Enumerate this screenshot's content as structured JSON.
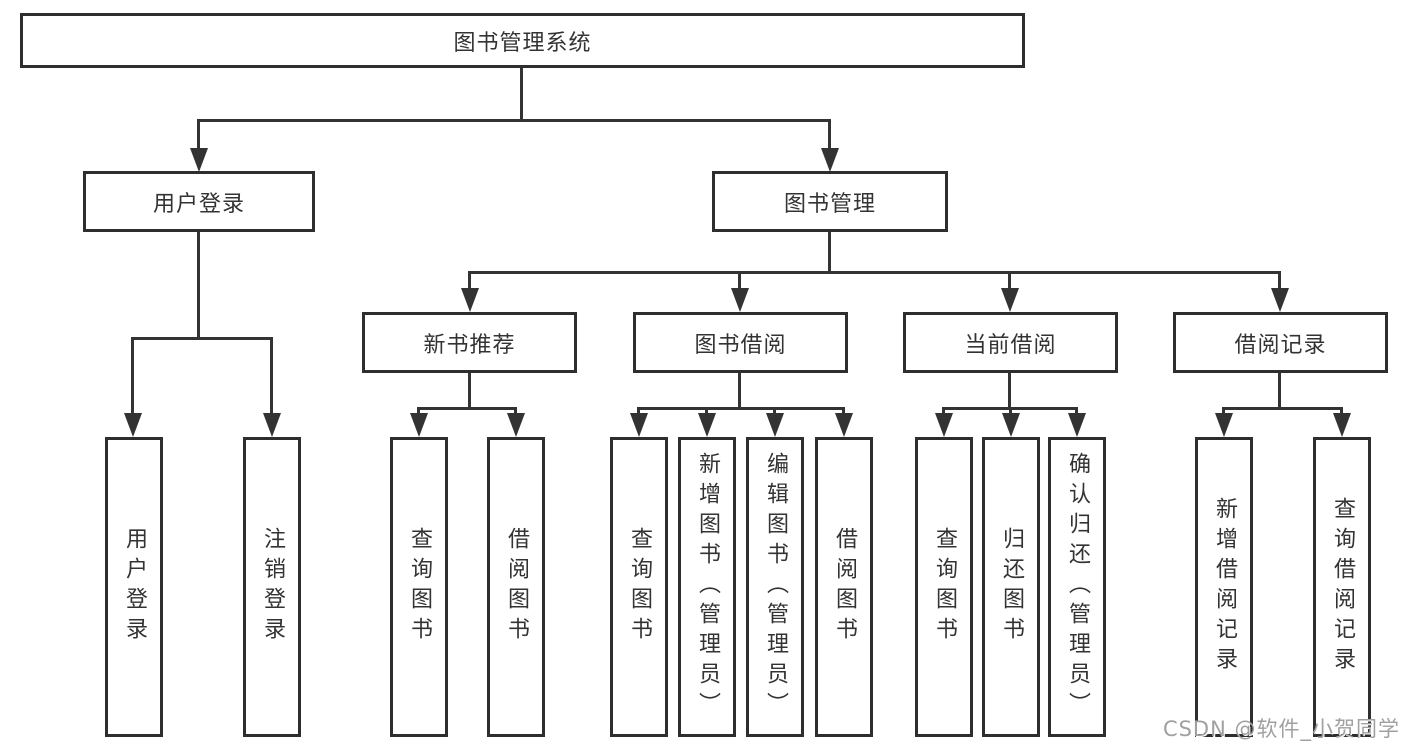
{
  "diagram": {
    "title": "图书管理系统",
    "branches": [
      {
        "label": "用户登录",
        "children": [
          {
            "label": "用户登录"
          },
          {
            "label": "注销登录"
          }
        ]
      },
      {
        "label": "图书管理",
        "children": [
          {
            "label": "新书推荐",
            "children": [
              {
                "label": "查询图书"
              },
              {
                "label": "借阅图书"
              }
            ]
          },
          {
            "label": "图书借阅",
            "children": [
              {
                "label": "查询图书"
              },
              {
                "label": "新增图书（管理员）"
              },
              {
                "label": "编辑图书（管理员）"
              },
              {
                "label": "借阅图书"
              }
            ]
          },
          {
            "label": "当前借阅",
            "children": [
              {
                "label": "查询图书"
              },
              {
                "label": "归还图书"
              },
              {
                "label": "确认归还（管理员）"
              }
            ]
          },
          {
            "label": "借阅记录",
            "children": [
              {
                "label": "新增借阅记录"
              },
              {
                "label": "查询借阅记录"
              }
            ]
          }
        ]
      }
    ]
  },
  "watermark": {
    "text": "CSDN @软件_小贺同学"
  },
  "colors": {
    "line": "#333333",
    "border": "#2e2e2e",
    "text": "#333333",
    "watermark_text": "#a0a0a0",
    "background": "#ffffff"
  }
}
